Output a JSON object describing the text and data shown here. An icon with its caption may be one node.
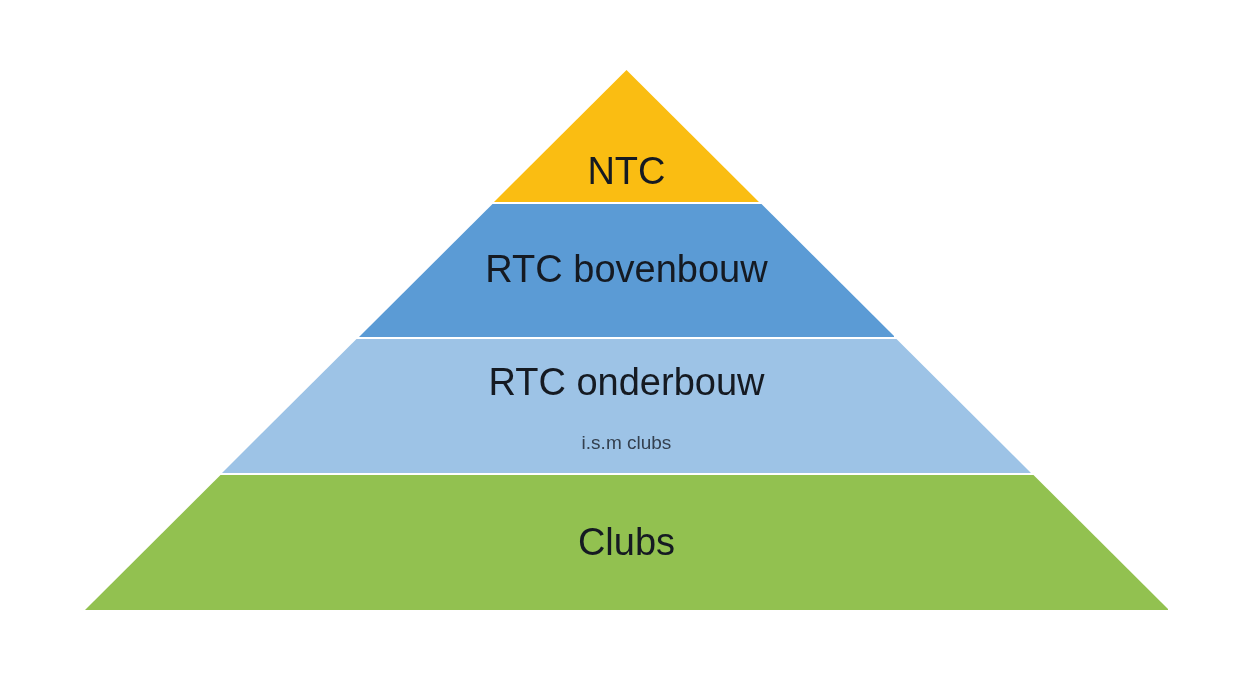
{
  "diagram": {
    "nodes": [
      {
        "text": [
          "NTC"
        ]
      },
      {
        "text": [
          "RTC bovenbouw"
        ]
      },
      {
        "text": [
          "RTC onderbouw",
          "i.s.m clubs"
        ]
      },
      {
        "text": [
          "Clubs"
        ]
      }
    ]
  }
}
